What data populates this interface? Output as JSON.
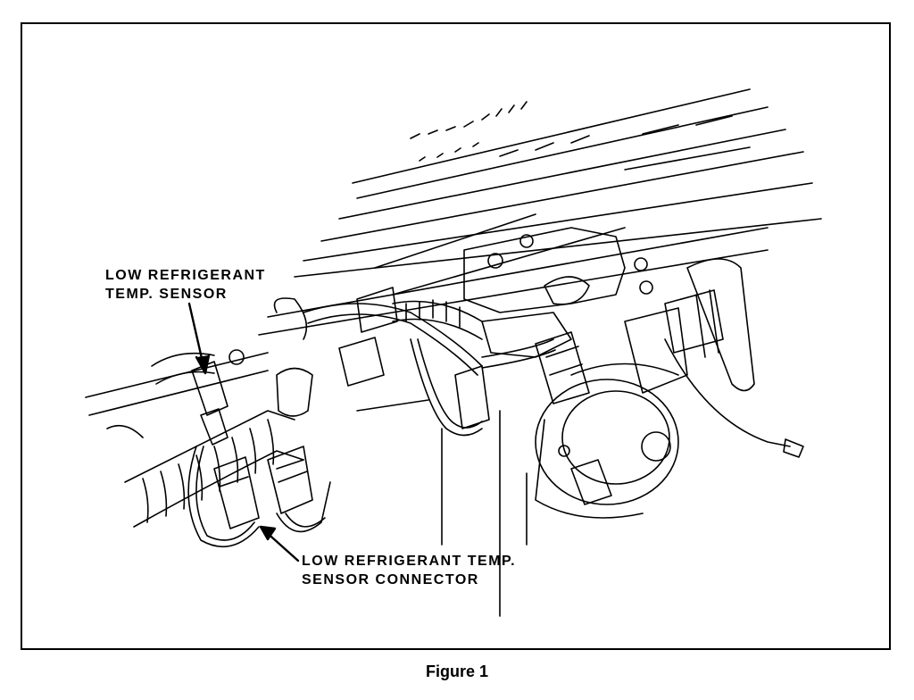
{
  "figure": {
    "caption": "Figure 1"
  },
  "callouts": {
    "sensor": {
      "line1": "LOW REFRIGERANT",
      "line2": "TEMP. SENSOR"
    },
    "connector": {
      "line1": "LOW REFRIGERANT TEMP.",
      "line2": "SENSOR CONNECTOR"
    }
  },
  "colors": {
    "ink": "#000000",
    "paper": "#ffffff"
  }
}
